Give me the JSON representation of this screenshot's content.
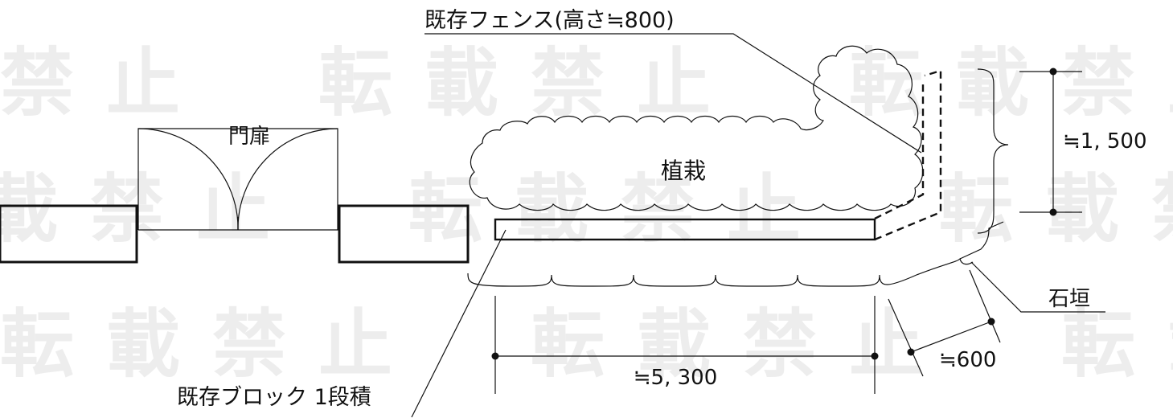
{
  "watermark": {
    "row1": "禁止　転載禁止　転載禁止",
    "row2": "載禁止　転載禁止　転載禁止",
    "row3": "転載禁止　転載禁止　転載禁"
  },
  "labels": {
    "fence": "既存フェンス(高さ≒800)",
    "gate": "門扉",
    "planting": "植栽",
    "height": "≒1, 500",
    "stone_wall": "石垣",
    "depth": "≒600",
    "length": "≒5, 300",
    "block": "既存ブロック 1段積"
  }
}
